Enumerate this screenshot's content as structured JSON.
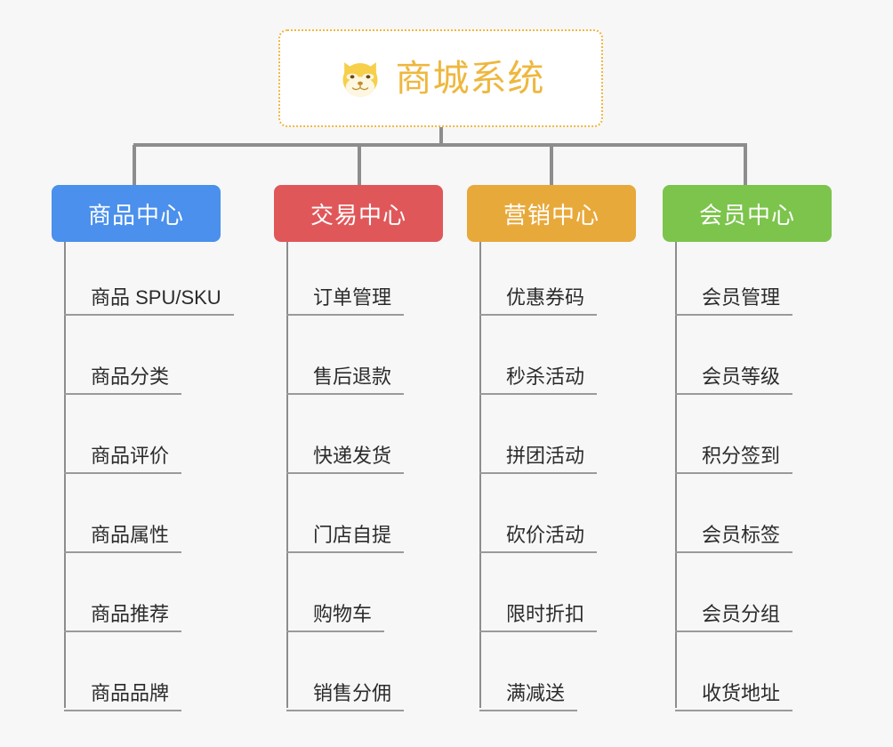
{
  "background_color": "#f7f7f7",
  "root": {
    "title": "商城系统",
    "icon": "shiba-dog-icon",
    "icon_color": "#f5c542",
    "text_color": "#eeb73e",
    "border_color": "#f0b73f",
    "border_style": "dotted"
  },
  "connector_color": "#8d8d8d",
  "branches": [
    {
      "id": "product-center",
      "label": "商品中心",
      "color": "#4a90ec",
      "items": [
        "商品 SPU/SKU",
        "商品分类",
        "商品评价",
        "商品属性",
        "商品推荐",
        "商品品牌"
      ]
    },
    {
      "id": "trade-center",
      "label": "交易中心",
      "color": "#e0575a",
      "items": [
        "订单管理",
        "售后退款",
        "快递发货",
        "门店自提",
        "购物车",
        "销售分佣"
      ]
    },
    {
      "id": "marketing-center",
      "label": "营销中心",
      "color": "#e8a93b",
      "items": [
        "优惠券码",
        "秒杀活动",
        "拼团活动",
        "砍价活动",
        "限时折扣",
        "满减送"
      ]
    },
    {
      "id": "member-center",
      "label": "会员中心",
      "color": "#7cc44c",
      "items": [
        "会员管理",
        "会员等级",
        "积分签到",
        "会员标签",
        "会员分组",
        "收货地址"
      ]
    }
  ]
}
